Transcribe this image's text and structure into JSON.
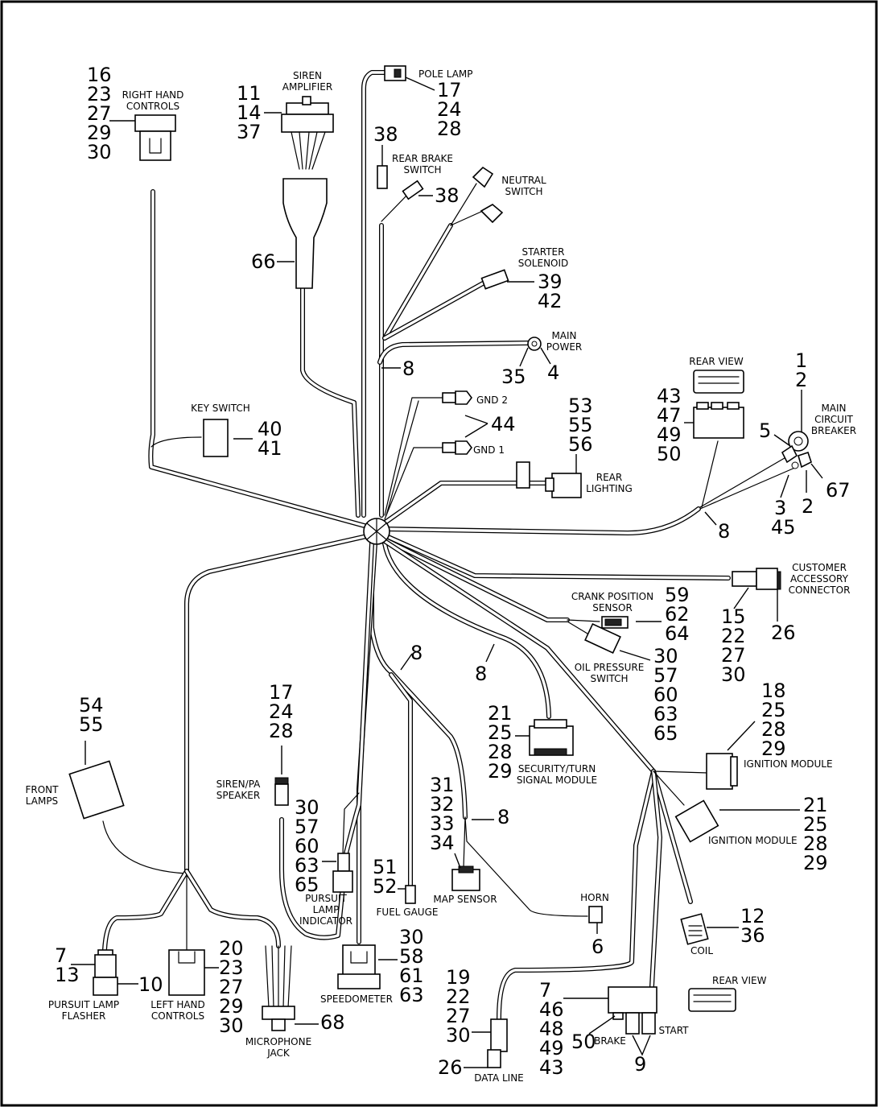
{
  "components": [
    {
      "key": "right_hand_controls",
      "label": [
        "RIGHT HAND",
        "CONTROLS"
      ],
      "numbers": [
        "16",
        "23",
        "27",
        "29",
        "30"
      ]
    },
    {
      "key": "siren_amplifier",
      "label": [
        "SIREN",
        "AMPLIFIER"
      ],
      "numbers": [
        "11",
        "14",
        "37"
      ]
    },
    {
      "key": "siren_cable",
      "label": [],
      "numbers": [
        "66"
      ]
    },
    {
      "key": "pole_lamp",
      "label": [
        "POLE LAMP"
      ],
      "numbers": [
        "17",
        "24",
        "28"
      ]
    },
    {
      "key": "rear_brake_switch",
      "label": [
        "REAR BRAKE",
        "SWITCH"
      ],
      "numbers": [
        "38",
        "38"
      ]
    },
    {
      "key": "neutral_switch",
      "label": [
        "NEUTRAL",
        "SWITCH"
      ],
      "numbers": []
    },
    {
      "key": "starter_solenoid",
      "label": [
        "STARTER",
        "SOLENOID"
      ],
      "numbers": [
        "39",
        "42"
      ]
    },
    {
      "key": "main_power",
      "label": [
        "MAIN",
        "POWER"
      ],
      "numbers": [
        "35",
        "4"
      ]
    },
    {
      "key": "clip_upper",
      "label": [],
      "numbers": [
        "8"
      ]
    },
    {
      "key": "grounds",
      "label": [
        "GND 2",
        "GND 1"
      ],
      "numbers": [
        "44"
      ]
    },
    {
      "key": "key_switch",
      "label": [
        "KEY SWITCH"
      ],
      "numbers": [
        "40",
        "41"
      ]
    },
    {
      "key": "rear_lighting",
      "label": [
        "REAR",
        "LIGHTING"
      ],
      "numbers": [
        "53",
        "55",
        "56"
      ]
    },
    {
      "key": "circuit_breaker_housing",
      "label": [
        "REAR VIEW"
      ],
      "numbers": [
        "43",
        "47",
        "49",
        "50"
      ]
    },
    {
      "key": "main_circuit_breaker",
      "label": [
        "MAIN",
        "CIRCUIT",
        "BREAKER"
      ],
      "numbers": [
        "1",
        "2",
        "5",
        "67",
        "3",
        "45",
        "2"
      ]
    },
    {
      "key": "clip_right",
      "label": [],
      "numbers": [
        "8"
      ]
    },
    {
      "key": "customer_accessory_connector",
      "label": [
        "CUSTOMER",
        "ACCESSORY",
        "CONNECTOR"
      ],
      "numbers": [
        "15",
        "22",
        "27",
        "30",
        "26"
      ]
    },
    {
      "key": "crank_position_sensor",
      "label": [
        "CRANK POSITION",
        "SENSOR"
      ],
      "numbers": [
        "59",
        "62",
        "64"
      ]
    },
    {
      "key": "oil_pressure_switch",
      "label": [
        "OIL PRESSURE",
        "SWITCH"
      ],
      "numbers": [
        "30",
        "57",
        "60",
        "63",
        "65"
      ]
    },
    {
      "key": "clip_mid_left",
      "label": [],
      "numbers": [
        "8"
      ]
    },
    {
      "key": "clip_mid_right",
      "label": [],
      "numbers": [
        "8"
      ]
    },
    {
      "key": "security_turn_signal_module",
      "label": [
        "SECURITY/TURN",
        "SIGNAL MODULE"
      ],
      "numbers": [
        "21",
        "25",
        "28",
        "29"
      ]
    },
    {
      "key": "ignition_module_upper",
      "label": [
        "IGNITION MODULE"
      ],
      "numbers": [
        "18",
        "25",
        "28",
        "29"
      ]
    },
    {
      "key": "ignition_module_lower",
      "label": [
        "IGNITION MODULE"
      ],
      "numbers": [
        "21",
        "25",
        "28",
        "29"
      ]
    },
    {
      "key": "front_lamps",
      "label": [
        "FRONT",
        "LAMPS"
      ],
      "numbers": [
        "54",
        "55"
      ]
    },
    {
      "key": "siren_pa_speaker",
      "label": [
        "SIREN/PA",
        "SPEAKER"
      ],
      "numbers": [
        "17",
        "24",
        "28"
      ]
    },
    {
      "key": "pursuit_lamp_indicator",
      "label": [
        "PURSUIT",
        "LAMP",
        "INDICATOR"
      ],
      "numbers": [
        "30",
        "57",
        "60",
        "63",
        "65"
      ]
    },
    {
      "key": "fuel_gauge",
      "label": [
        "FUEL GAUGE"
      ],
      "numbers": [
        "51",
        "52"
      ]
    },
    {
      "key": "map_sensor",
      "label": [
        "MAP SENSOR"
      ],
      "numbers": [
        "31",
        "32",
        "33",
        "34"
      ]
    },
    {
      "key": "clip_lower",
      "label": [],
      "numbers": [
        "8"
      ]
    },
    {
      "key": "horn",
      "label": [
        "HORN"
      ],
      "numbers": [
        "6"
      ]
    },
    {
      "key": "coil",
      "label": [
        "COIL"
      ],
      "numbers": [
        "12",
        "36"
      ]
    },
    {
      "key": "pursuit_lamp_flasher",
      "label": [
        "PURSUIT LAMP",
        "FLASHER"
      ],
      "numbers": [
        "7",
        "13",
        "10"
      ]
    },
    {
      "key": "left_hand_controls",
      "label": [
        "LEFT HAND",
        "CONTROLS"
      ],
      "numbers": [
        "20",
        "23",
        "27",
        "29",
        "30"
      ]
    },
    {
      "key": "microphone_jack",
      "label": [
        "MICROPHONE",
        "JACK"
      ],
      "numbers": [
        "68"
      ]
    },
    {
      "key": "speedometer",
      "label": [
        "SPEEDOMETER"
      ],
      "numbers": [
        "30",
        "58",
        "61",
        "63"
      ]
    },
    {
      "key": "data_line",
      "label": [
        "DATA LINE"
      ],
      "numbers": [
        "19",
        "22",
        "27",
        "30",
        "26"
      ]
    },
    {
      "key": "relay_block",
      "label": [
        "REAR VIEW",
        "BRAKE",
        "START"
      ],
      "numbers": [
        "7",
        "46",
        "48",
        "49",
        "43",
        "50",
        "9"
      ]
    }
  ]
}
